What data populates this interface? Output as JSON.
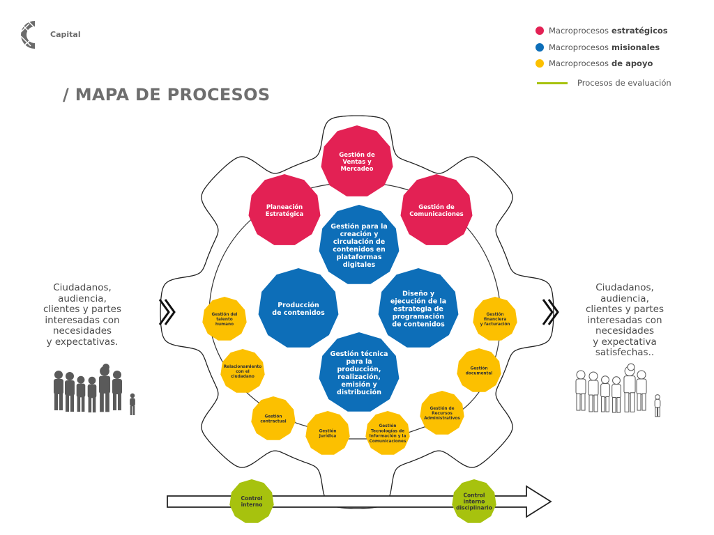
{
  "logo": {
    "text": "Capital"
  },
  "header": {
    "title": "/ MAPA DE PROCESOS"
  },
  "legend": {
    "items": [
      {
        "prefix": "Macroprocesos",
        "bold": "estratégicos",
        "color": "#e32154"
      },
      {
        "prefix": "Macroprocesos",
        "bold": "misionales",
        "color": "#0d6eb8"
      },
      {
        "prefix": "Macroprocesos",
        "bold": "de apoyo",
        "color": "#fcc000"
      }
    ],
    "evaluation": {
      "label": "Procesos de evaluación",
      "color": "#a7c20e"
    }
  },
  "inputs": {
    "lines": [
      "Ciudadanos,",
      "audiencia,",
      "clientes y partes",
      "interesadas con",
      "necesidades",
      "y expectativas."
    ]
  },
  "outputs": {
    "lines": [
      "Ciudadanos,",
      "audiencia,",
      "clientes y partes",
      "interesadas con",
      "necesidades",
      "y expectativa",
      "satisfechas.."
    ]
  },
  "strategic": [
    {
      "lines": [
        "Gestión de",
        "Ventas y",
        "Mercadeo"
      ]
    },
    {
      "lines": [
        "Planeación",
        "Estratégica"
      ]
    },
    {
      "lines": [
        "Gestión de",
        "Comunicaciones"
      ]
    }
  ],
  "missional": [
    {
      "lines": [
        "Gestión para la",
        "creación y",
        "circulación de",
        "contenidos en",
        "plataformas",
        "digitales"
      ]
    },
    {
      "lines": [
        "Producción",
        "de contenidos"
      ]
    },
    {
      "lines": [
        "Diseño y",
        "ejecución de la",
        "estrategia de",
        "programación",
        "de contenidos"
      ]
    },
    {
      "lines": [
        "Gestión técnica",
        "para la",
        "producción,",
        "realización,",
        "emisión y",
        "distribución"
      ]
    }
  ],
  "support": [
    {
      "lines": [
        "Gestión del",
        "talento",
        "humano"
      ]
    },
    {
      "lines": [
        "Relacionamiento",
        "con el",
        "ciudadano"
      ]
    },
    {
      "lines": [
        "Gestión",
        "contractual"
      ]
    },
    {
      "lines": [
        "Gestión",
        "Jurídica"
      ]
    },
    {
      "lines": [
        "Gestión",
        "Tecnologías de",
        "Información y  la",
        "Comunicaciones"
      ]
    },
    {
      "lines": [
        "Gestión de",
        "Recursos",
        "Administrativos"
      ]
    },
    {
      "lines": [
        "Gestión",
        "documental"
      ]
    },
    {
      "lines": [
        "Gestión",
        "financiera",
        "y facturación"
      ]
    }
  ],
  "evaluation": [
    {
      "lines": [
        "Control",
        "interno"
      ]
    },
    {
      "lines": [
        "Control",
        "interno",
        "disciplinario"
      ]
    }
  ]
}
